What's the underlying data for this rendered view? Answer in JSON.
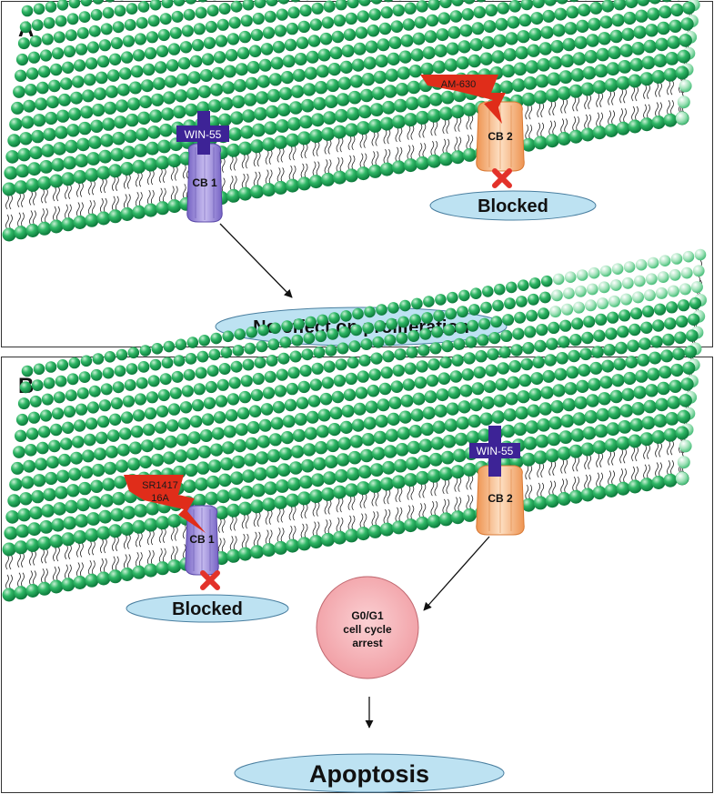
{
  "colors": {
    "lipid_head": "#1c9a55",
    "cb1_receptor": "#9b8ad8",
    "cb2_receptor": "#f6b27c",
    "agonist": "#3d2396",
    "antagonist": "#e02d1a",
    "blocked_mark": "#e3322a",
    "ellipse_fill": "#bde2f2",
    "arrest_fill": "#f5b3b7"
  },
  "panel_a": {
    "letter": "A",
    "cb1_label": "CB 1",
    "cb2_label": "CB 2",
    "agonist_label": "WIN-55",
    "antagonist_label": "AM-630",
    "blocked_label": "Blocked",
    "outcome_label": "No effect on proliferation"
  },
  "panel_b": {
    "letter": "B",
    "cb1_label": "CB 1",
    "cb2_label": "CB 2",
    "agonist_label": "WIN-55",
    "antagonist_label_line1": "SR1417",
    "antagonist_label_line2": "16A",
    "blocked_label": "Blocked",
    "arrest_line1": "G0/G1",
    "arrest_line2": "cell cycle",
    "arrest_line3": "arrest",
    "outcome_label": "Apoptosis"
  }
}
